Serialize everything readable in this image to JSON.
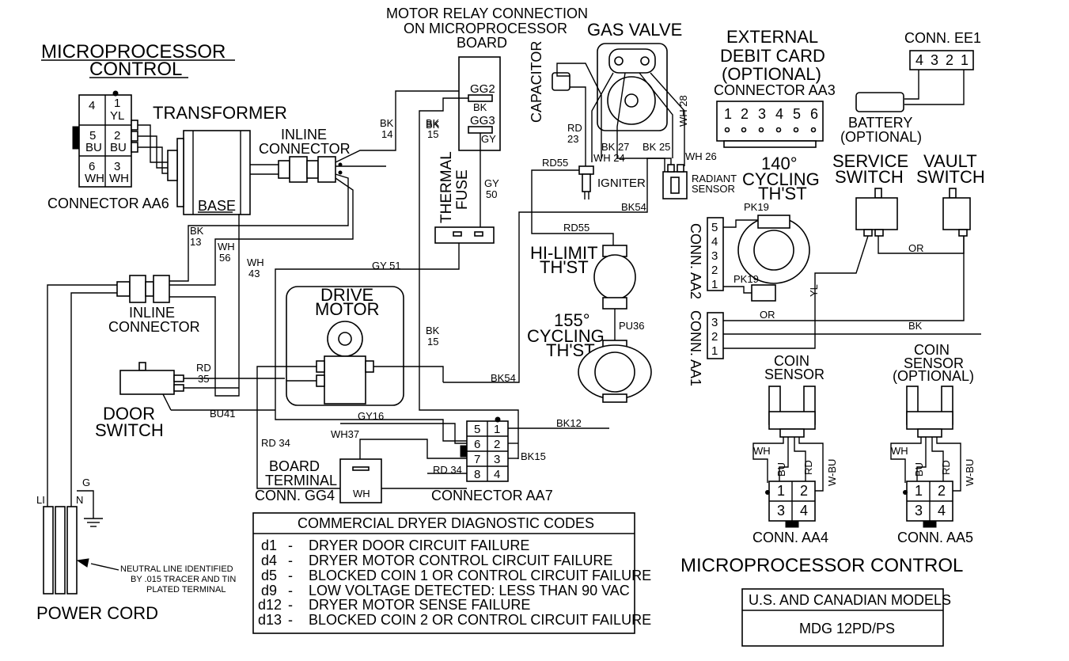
{
  "labels": {
    "micro_title_line1": "MICROPROCESSOR",
    "micro_title_line2": "CONTROL",
    "micro_control_bottom": "MICROPROCESSOR CONTROL",
    "transformer": "TRANSFORMER",
    "base": "BASE",
    "connector_aa6": "CONNECTOR AA6",
    "inline_connector_top_1": "INLINE",
    "inline_connector_top_2": "CONNECTOR",
    "inline_connector_left_1": "INLINE",
    "inline_connector_left_2": "CONNECTOR",
    "motor_relay_1": "MOTOR RELAY CONNECTION",
    "motor_relay_2": "ON MICROPROCESSOR",
    "motor_relay_3": "BOARD",
    "gg2": "GG2",
    "gg3": "GG3",
    "gas_valve": "GAS VALVE",
    "capacitor": "CAPACITOR",
    "thermal_fuse_1": "THERMAL",
    "thermal_fuse_2": "FUSE",
    "igniter": "IGNITER",
    "radiant_sensor_1": "RADIANT",
    "radiant_sensor_2": "SENSOR",
    "external_debit_1": "EXTERNAL",
    "external_debit_2": "DEBIT CARD",
    "external_debit_3": "(OPTIONAL)",
    "connector_aa3": "CONNECTOR AA3",
    "conn_ee1": "CONN. EE1",
    "battery_1": "BATTERY",
    "battery_2": "(OPTIONAL)",
    "cycling_140_1": "140°",
    "cycling_140_2": "CYCLING",
    "cycling_140_3": "TH'ST",
    "service_switch_1": "SERVICE",
    "service_switch_2": "SWITCH",
    "vault_switch_1": "VAULT",
    "vault_switch_2": "SWITCH",
    "hi_limit_1": "HI-LIMIT",
    "hi_limit_2": "TH'ST",
    "cycling_155_1": "155°",
    "cycling_155_2": "CYCLING",
    "cycling_155_3": "TH'ST",
    "drive_motor_1": "DRIVE",
    "drive_motor_2": "MOTOR",
    "door_switch_1": "DOOR",
    "door_switch_2": "SWITCH",
    "conn_aa2": "CONN. AA2",
    "conn_aa1": "CONN. AA1",
    "coin_sensor_1": "COIN",
    "coin_sensor_2": "SENSOR",
    "coin_sensor_opt_1": "COIN",
    "coin_sensor_opt_2": "SENSOR",
    "coin_sensor_opt_3": "(OPTIONAL)",
    "conn_aa4": "CONN. AA4",
    "conn_aa5": "CONN. AA5",
    "board_terminal_1": "BOARD",
    "board_terminal_2": "TERMINAL",
    "board_terminal_3": "CONN. GG4",
    "connector_aa7": "CONNECTOR AA7",
    "power_cord": "POWER CORD",
    "neutral_1": "NEUTRAL LINE IDENTIFIED",
    "neutral_2": "BY .015 TRACER AND TIN",
    "neutral_3": "PLATED TERMINAL",
    "li": "LI",
    "n": "N",
    "g": "G"
  },
  "wires": {
    "bk14_a": "BK",
    "bk14_b": "14",
    "bk15_a": "BK",
    "bk15_b": "15",
    "bk15c_a": "BK",
    "bk15c_b": "15",
    "bk_on_relay": "BK",
    "gy_on_relay": "GY",
    "gy50_a": "GY",
    "gy50_b": "50",
    "rd23_a": "RD",
    "rd23_b": "23",
    "rd55_top": "RD55",
    "rd55_mid": "RD55",
    "wh24": "WH 24",
    "bk27": "BK 27",
    "bk25": "BK 25",
    "wh26": "WH 26",
    "wh28": "WH 28",
    "bk54_top": "BK54",
    "bk54_mid": "BK54",
    "bk13_a": "BK",
    "bk13_b": "13",
    "wh56_a": "WH",
    "wh56_b": "56",
    "wh43_a": "WH",
    "wh43_b": "43",
    "gy51": "GY 51",
    "pu36": "PU36",
    "pk19_top": "PK19",
    "pk19_bot": "PK19",
    "yl": "YL",
    "or_top": "OR",
    "or_aa1": "OR",
    "bk_aa1": "BK",
    "rd35_a": "RD",
    "rd35_b": "35",
    "bu41": "BU41",
    "gy16": "GY16",
    "bk12": "BK12",
    "bk15_aa7": "BK15",
    "rd34_a": "RD 34",
    "rd34_b": "RD 34",
    "wh37": "WH37",
    "wh_gg4": "WH",
    "wh_aa4": "WH",
    "bu_aa4": "BU",
    "rd_aa4": "RD",
    "wbu_aa4": "W-BU",
    "wh_aa5": "WH",
    "bu_aa5": "BU",
    "rd_aa5": "RD",
    "wbu_aa5": "W-BU"
  },
  "connector_aa6": {
    "cells": [
      "4",
      "1",
      "YL",
      "5",
      "BU",
      "2",
      "BU",
      "6",
      "WH",
      "3",
      "WH"
    ]
  },
  "connector_aa3_pins": [
    "1",
    "2",
    "3",
    "4",
    "5",
    "6"
  ],
  "conn_ee1_pins": [
    "4",
    "3",
    "2",
    "1"
  ],
  "conn_aa2_pins": [
    "5",
    "4",
    "3",
    "2",
    "1"
  ],
  "conn_aa1_pins": [
    "3",
    "2",
    "1"
  ],
  "connector_aa7_pins": [
    "5",
    "1",
    "6",
    "2",
    "7",
    "3",
    "8",
    "4"
  ],
  "conn_aa4_pins": [
    "1",
    "2",
    "3",
    "4"
  ],
  "conn_aa5_pins": [
    "1",
    "2",
    "3",
    "4"
  ],
  "diagnostic_codes": {
    "title": "COMMERCIAL DRYER DIAGNOSTIC CODES",
    "rows": [
      {
        "code": "d1",
        "dash": "-",
        "desc": "DRYER DOOR CIRCUIT FAILURE"
      },
      {
        "code": "d4",
        "dash": "-",
        "desc": "DRYER MOTOR CONTROL CIRCUIT FAILURE"
      },
      {
        "code": "d5",
        "dash": "-",
        "desc": "BLOCKED COIN 1 OR CONTROL CIRCUIT FAILURE"
      },
      {
        "code": "d9",
        "dash": "-",
        "desc": "LOW VOLTAGE DETECTED: LESS THAN 90 VAC"
      },
      {
        "code": "d12",
        "dash": "-",
        "desc": "DRYER MOTOR SENSE FAILURE"
      },
      {
        "code": "d13",
        "dash": "-",
        "desc": "BLOCKED COIN 2 OR CONTROL CIRCUIT FAILURE"
      }
    ]
  },
  "models": {
    "title": "U.S. AND CANADIAN MODELS",
    "model": "MDG 12PD/PS"
  }
}
